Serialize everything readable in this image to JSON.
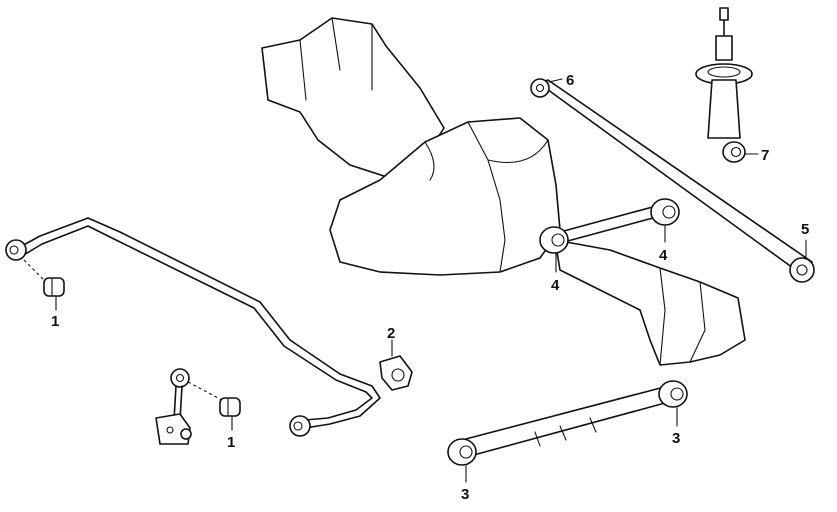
{
  "callouts": {
    "c1a": "1",
    "c1b": "1",
    "c2": "2",
    "c3a": "3",
    "c3b": "3",
    "c4a": "4",
    "c4b": "4",
    "c5": "5",
    "c6": "6",
    "c7": "7"
  }
}
